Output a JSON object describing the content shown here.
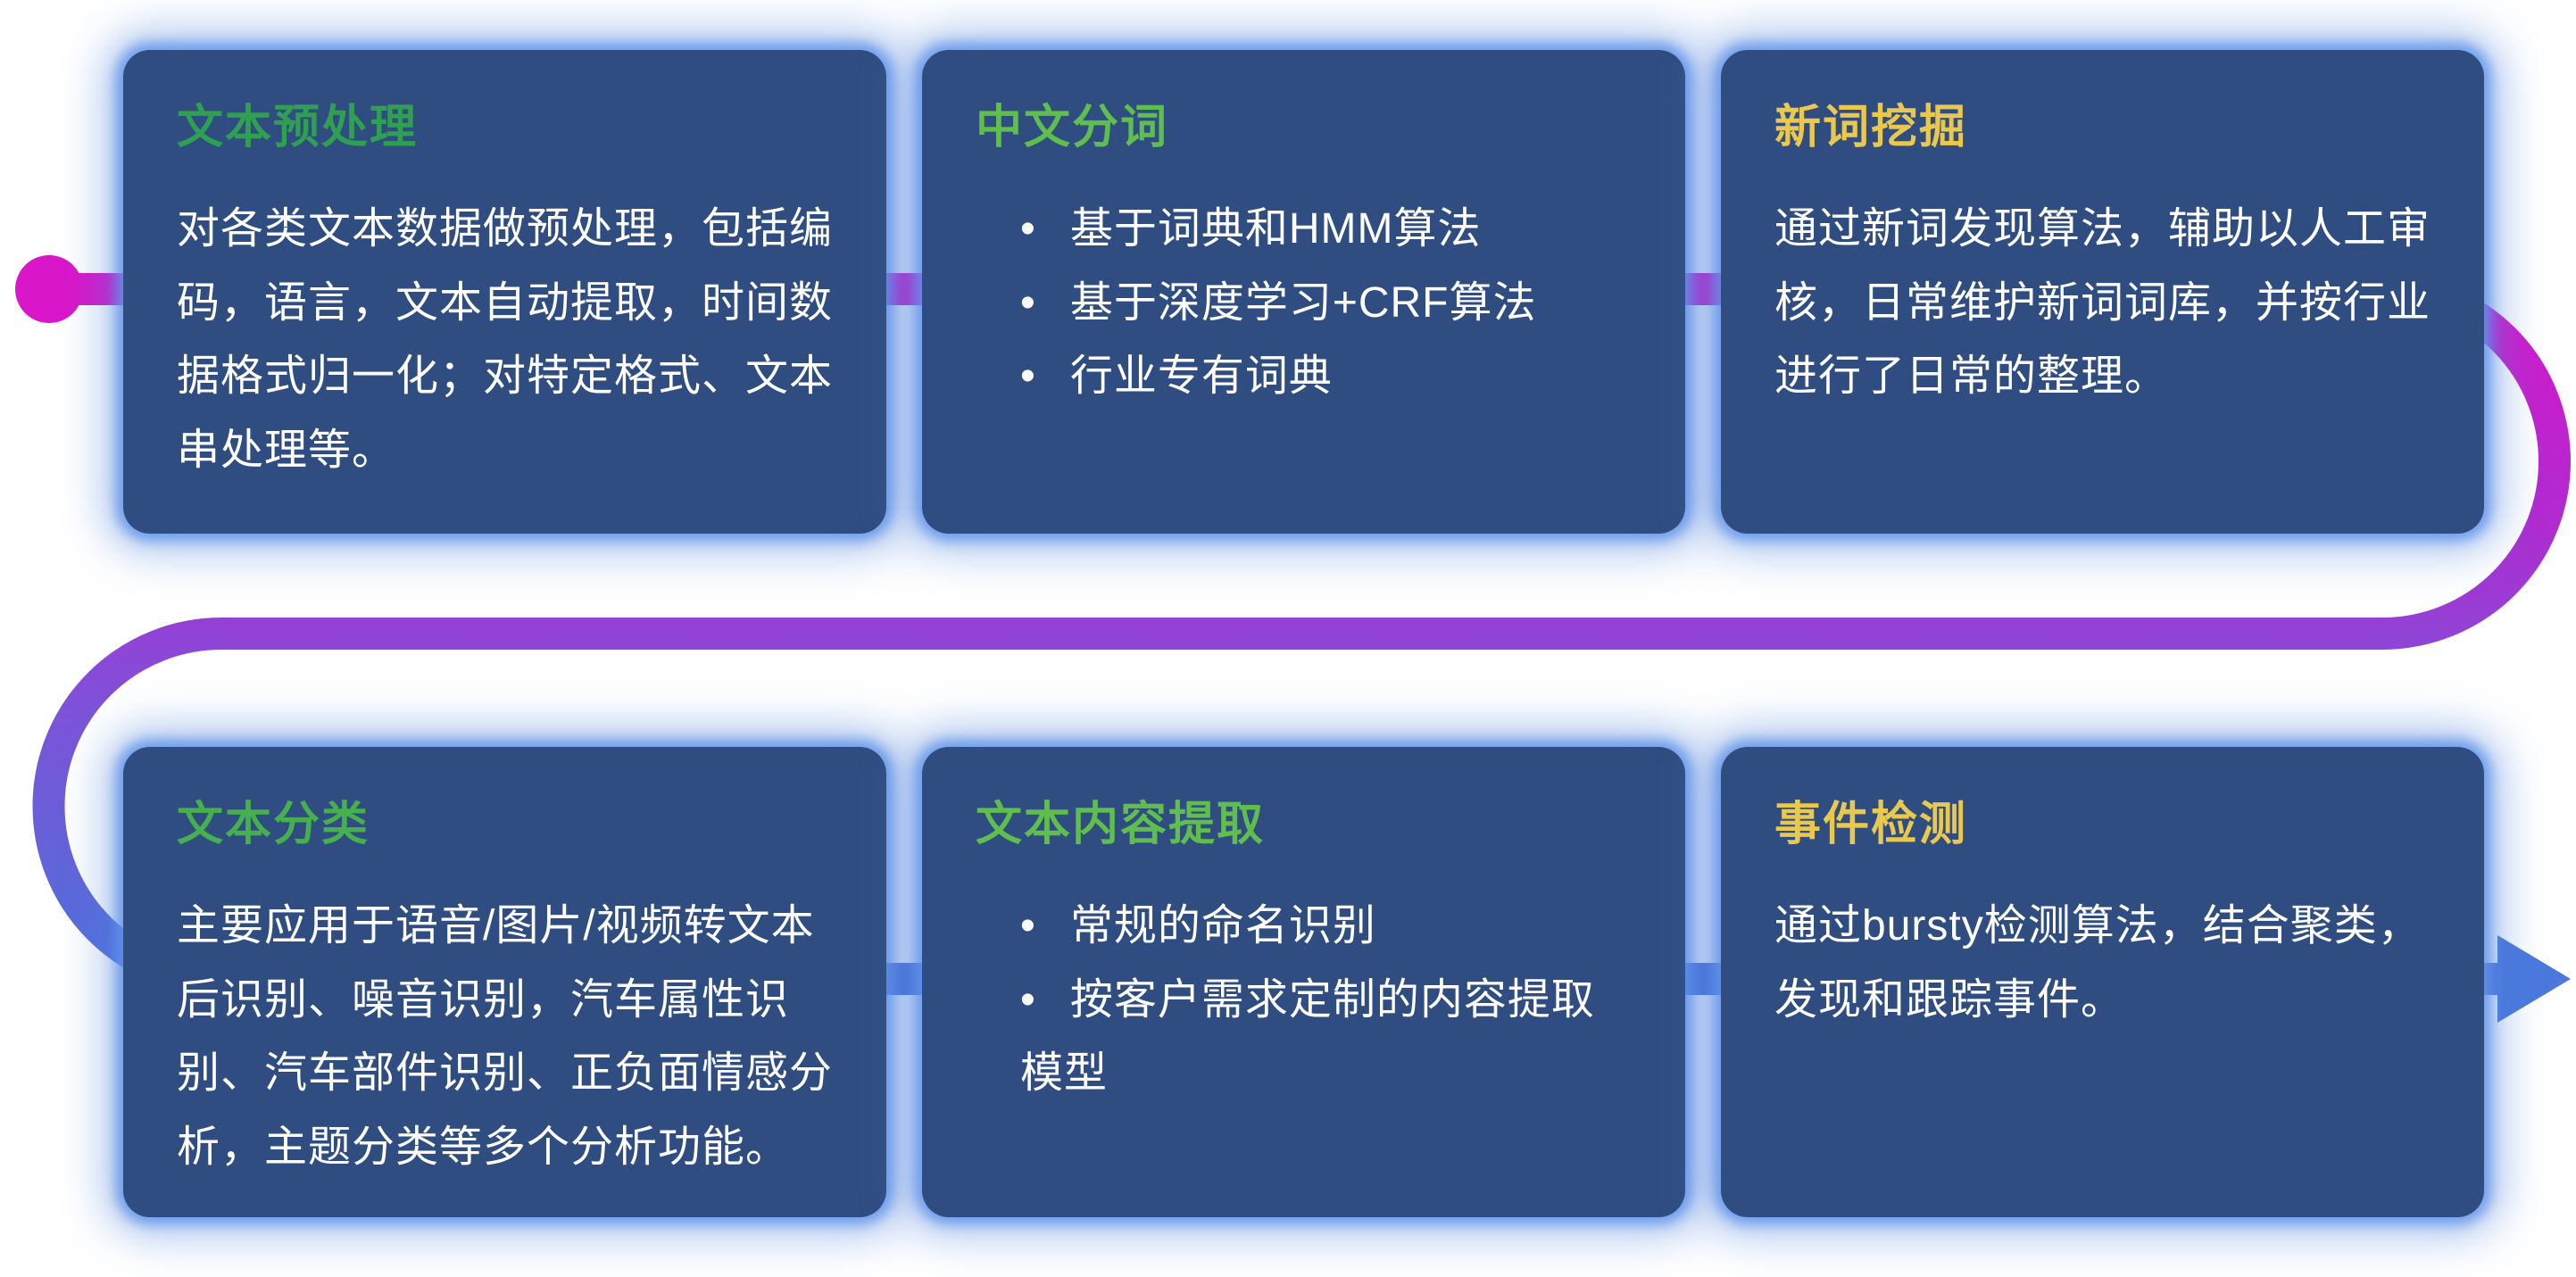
{
  "canvas": {
    "background": "#ffffff"
  },
  "theme": {
    "card_bg": "#2F4D80",
    "glow_blue": "#5A8CE6",
    "body_text": "#ffffff"
  },
  "pipeline": {
    "start_dot_color": "#D916C9",
    "arrow_color": "#4A78DC",
    "gradient": [
      "#D916C9",
      "#B02BD0",
      "#7E52D8",
      "#4A74DA"
    ]
  },
  "cards": [
    {
      "title": "文本预处理",
      "title_color": "#2FA052",
      "body": "对各类文本数据做预处理，包括编码，语言，文本自动提取，时间数据格式归一化；对特定格式、文本串处理等。",
      "bullets": []
    },
    {
      "title": "中文分词",
      "title_color": "#5FBE4E",
      "body": "",
      "bullets": [
        "基于词典和HMM算法",
        "基于深度学习+CRF算法",
        "行业专有词典"
      ]
    },
    {
      "title": "新词挖掘",
      "title_color": "#E9C84F",
      "body": "通过新词发现算法，辅助以人工审核，日常维护新词词库，并按行业进行了日常的整理。",
      "bullets": []
    },
    {
      "title": "文本分类",
      "title_color": "#46B04F",
      "body": "主要应用于语音/图片/视频转文本后识别、噪音识别，汽车属性识别、汽车部件识别、正负面情感分析，主题分类等多个分析功能。",
      "bullets": []
    },
    {
      "title": "文本内容提取",
      "title_color": "#5FBE4E",
      "body": "",
      "bullets": [
        "常规的命名识别",
        "按客户需求定制的内容提取模型"
      ]
    },
    {
      "title": "事件检测",
      "title_color": "#E9C84F",
      "body": "通过bursty检测算法，结合聚类，发现和跟踪事件。",
      "bullets": []
    }
  ]
}
